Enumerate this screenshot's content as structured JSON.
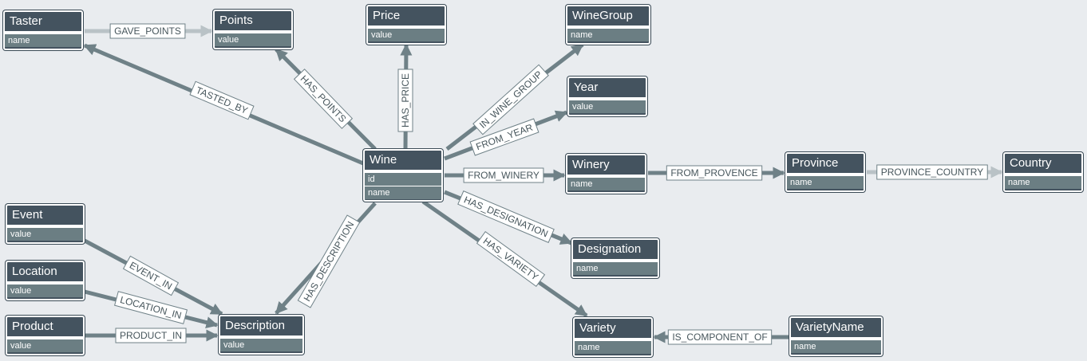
{
  "nodes": {
    "taster": {
      "title": "Taster",
      "props": [
        "name"
      ]
    },
    "points": {
      "title": "Points",
      "props": [
        "value"
      ]
    },
    "price": {
      "title": "Price",
      "props": [
        "value"
      ]
    },
    "winegroup": {
      "title": "WineGroup",
      "props": [
        "name"
      ]
    },
    "year": {
      "title": "Year",
      "props": [
        "value"
      ]
    },
    "wine": {
      "title": "Wine",
      "props": [
        "id",
        "name"
      ]
    },
    "winery": {
      "title": "Winery",
      "props": [
        "name"
      ]
    },
    "province": {
      "title": "Province",
      "props": [
        "name"
      ]
    },
    "country": {
      "title": "Country",
      "props": [
        "name"
      ]
    },
    "event": {
      "title": "Event",
      "props": [
        "value"
      ]
    },
    "location": {
      "title": "Location",
      "props": [
        "value"
      ]
    },
    "product": {
      "title": "Product",
      "props": [
        "value"
      ]
    },
    "description": {
      "title": "Description",
      "props": [
        "value"
      ]
    },
    "designation": {
      "title": "Designation",
      "props": [
        "name"
      ]
    },
    "variety": {
      "title": "Variety",
      "props": [
        "name"
      ]
    },
    "varietyname": {
      "title": "VarietyName",
      "props": [
        "name"
      ]
    }
  },
  "edges": [
    {
      "label": "GAVE_POINTS",
      "from": "taster",
      "to": "points",
      "style": "light"
    },
    {
      "label": "TASTED_BY",
      "from": "wine",
      "to": "taster"
    },
    {
      "label": "HAS_POINTS",
      "from": "wine",
      "to": "points"
    },
    {
      "label": "HAS_PRICE",
      "from": "wine",
      "to": "price"
    },
    {
      "label": "IN_WINE_GROUP",
      "from": "wine",
      "to": "winegroup"
    },
    {
      "label": "FROM_YEAR",
      "from": "wine",
      "to": "year"
    },
    {
      "label": "FROM_WINERY",
      "from": "wine",
      "to": "winery"
    },
    {
      "label": "FROM_PROVENCE",
      "from": "winery",
      "to": "province"
    },
    {
      "label": "PROVINCE_COUNTRY",
      "from": "province",
      "to": "country",
      "style": "light"
    },
    {
      "label": "HAS_DESIGNATION",
      "from": "wine",
      "to": "designation"
    },
    {
      "label": "HAS_VARIETY",
      "from": "wine",
      "to": "variety"
    },
    {
      "label": "HAS_DESCRIPTION",
      "from": "wine",
      "to": "description"
    },
    {
      "label": "EVENT_IN",
      "from": "event",
      "to": "description"
    },
    {
      "label": "LOCATION_IN",
      "from": "location",
      "to": "description"
    },
    {
      "label": "PRODUCT_IN",
      "from": "product",
      "to": "description"
    },
    {
      "label": "IS_COMPONENT_OF",
      "from": "varietyname",
      "to": "variety"
    }
  ]
}
